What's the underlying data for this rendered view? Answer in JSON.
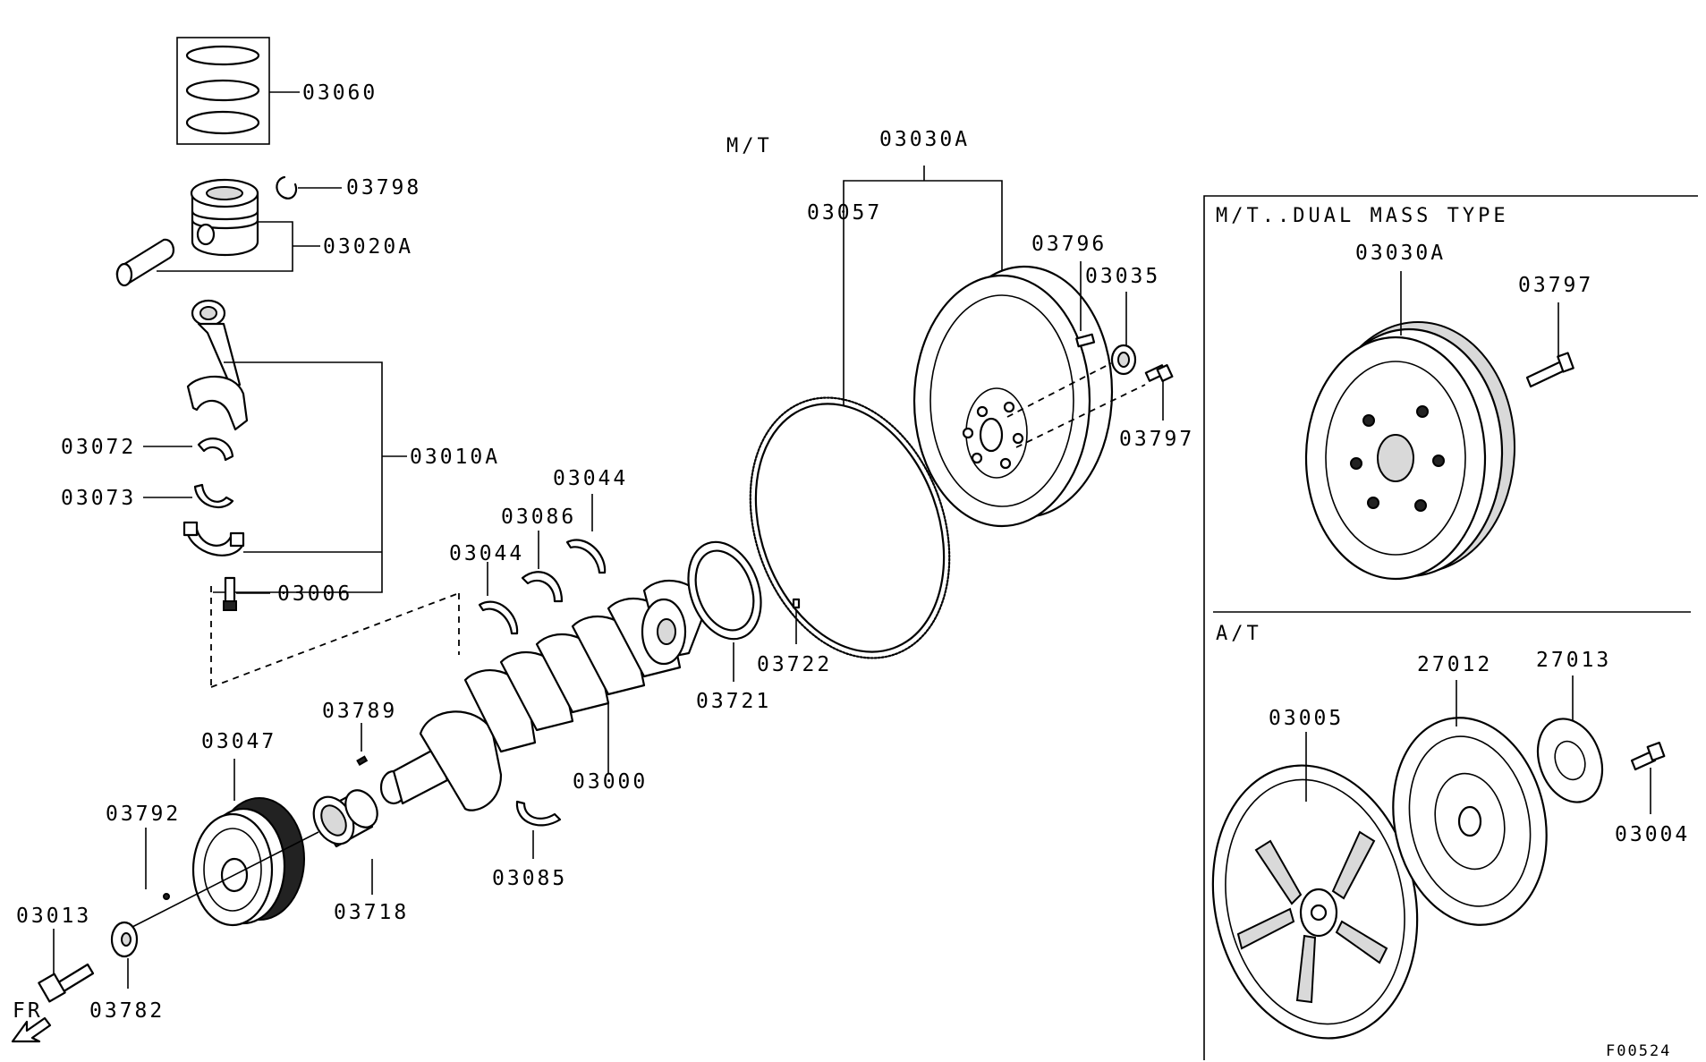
{
  "sections": {
    "mt": "M/T",
    "mt_dual_mass": "M/T..DUAL MASS TYPE",
    "at": "A/T"
  },
  "labels": {
    "p03060": "03060",
    "p03798": "03798",
    "p03020A": "03020A",
    "p03072": "03072",
    "p03073": "03073",
    "p03010A": "03010A",
    "p03006": "03006",
    "p03044a": "03044",
    "p03044b": "03044",
    "p03086": "03086",
    "p03789": "03789",
    "p03047": "03047",
    "p03792": "03792",
    "p03013": "03013",
    "p03782": "03782",
    "p03718": "03718",
    "p03085": "03085",
    "p03000": "03000",
    "p03721": "03721",
    "p03722": "03722",
    "p03057": "03057",
    "p03030A": "03030A",
    "p03796": "03796",
    "p03035": "03035",
    "p03797": "03797",
    "dm03030A": "03030A",
    "dm03797": "03797",
    "at27012": "27012",
    "at27013": "27013",
    "at03005": "03005",
    "at03004": "03004"
  },
  "front_marker": "FR",
  "figure_code": "F00524"
}
